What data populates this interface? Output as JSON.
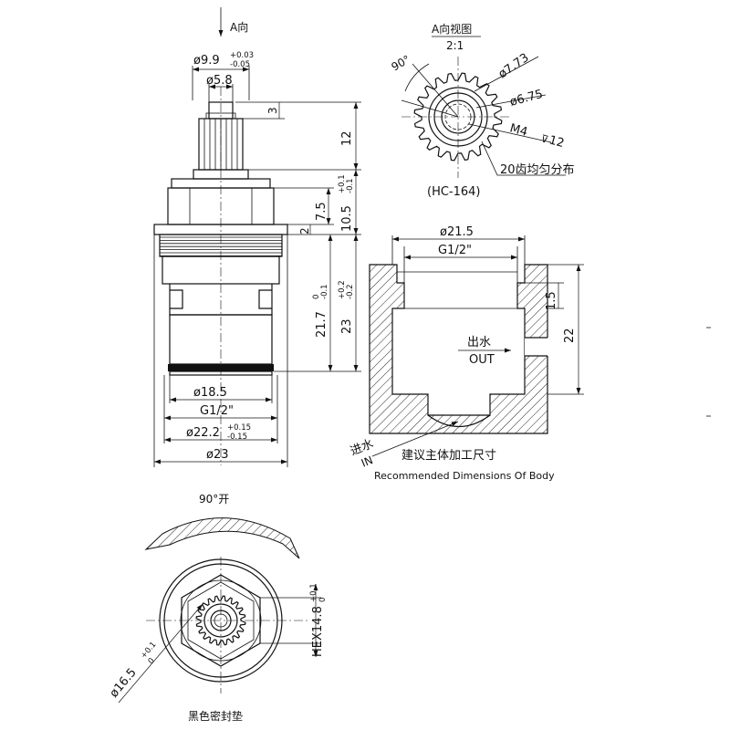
{
  "side_view": {
    "arrow_label": "A向",
    "dim_d99_main": "ø9.9",
    "dim_d99_upper": "+0.03",
    "dim_d99_lower": "-0.05",
    "dim_d58": "ø5.8",
    "dim_3": "3",
    "dim_12": "12",
    "dim_7_5": "7.5",
    "dim_10_5_main": "10.5",
    "dim_10_5_upper": "+0.1",
    "dim_10_5_lower": "-0.1",
    "dim_2": "2",
    "dim_21_7_main": "21.7",
    "dim_21_7_upper": "0",
    "dim_21_7_lower": "-0.1",
    "dim_23_main": "23",
    "dim_23_upper": "+0.2",
    "dim_23_lower": "-0.2",
    "dim_d185": "ø18.5",
    "dim_g12": "G1/2\"",
    "dim_d222_main": "ø22.2",
    "dim_d222_upper": "+0.15",
    "dim_d222_lower": "-0.15",
    "dim_d23": "ø23"
  },
  "view_a": {
    "title": "A向视图",
    "scale": "2:1",
    "angle": "90°",
    "dim_d773": "ø7.73",
    "dim_d675": "ø6.75",
    "dim_m4": "M4",
    "dim_m4_depth": "12",
    "teeth_note": "20齿均匀分布",
    "model": "(HC-164)"
  },
  "body_view": {
    "dim_d215": "ø21.5",
    "dim_g12": "G1/2\"",
    "dim_1_5": "1.5",
    "dim_22": "22",
    "outlet_cn": "出水",
    "outlet_en": "OUT",
    "inlet_cn": "进水",
    "inlet_en": "IN",
    "title_cn": "建议主体加工尺寸",
    "title_en": "Recommended Dimensions Of Body"
  },
  "bottom_view": {
    "rotation": "90°开",
    "dim_hex_main": "HEX14.8",
    "dim_hex_upper": "+0.1",
    "dim_hex_lower": "0",
    "dim_d165_main": "ø16.5",
    "dim_d165_upper": "+0.1",
    "dim_d165_lower": "0",
    "gasket_note": "黑色密封垫"
  },
  "gear_teeth_count": 20
}
